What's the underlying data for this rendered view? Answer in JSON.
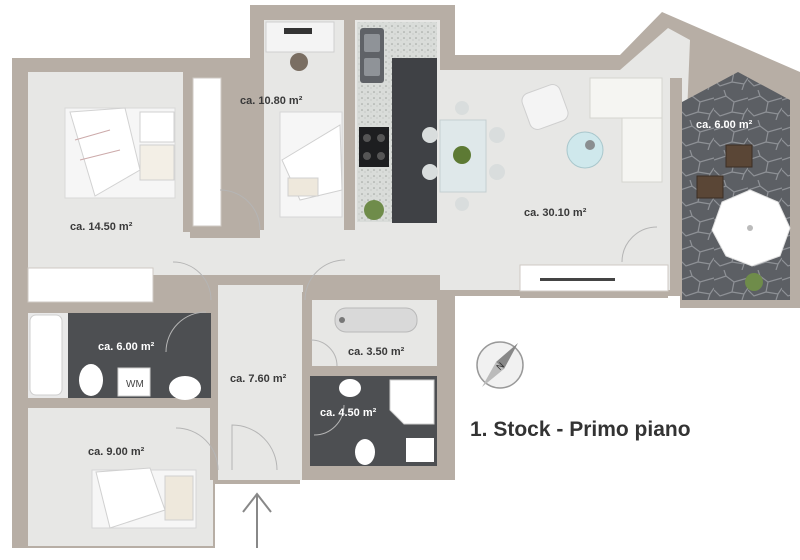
{
  "title": "1. Stock - Primo piano",
  "rooms": [
    {
      "id": "bedroom-large",
      "area": "ca. 14.50 m²"
    },
    {
      "id": "bedroom-small",
      "area": "ca. 10.80 m²"
    },
    {
      "id": "living-room",
      "area": "ca. 30.10 m²"
    },
    {
      "id": "terrace",
      "area": "ca. 6.00 m²"
    },
    {
      "id": "laundry-bath",
      "area": "ca. 6.00 m²"
    },
    {
      "id": "hallway",
      "area": "ca. 7.60 m²"
    },
    {
      "id": "bath-tub-room",
      "area": "ca. 3.50 m²"
    },
    {
      "id": "shower-room",
      "area": "ca. 4.50 m²"
    },
    {
      "id": "bedroom-bottom",
      "area": "ca. 9.00 m²"
    }
  ],
  "appliance_label": "WM",
  "icons": [
    "compass-icon",
    "entrance-arrow-icon"
  ],
  "colors": {
    "wall": "#b5aca3",
    "floor": "#e7e7e5",
    "tile_dark": "#4d4f52",
    "terrace_stone": "#5e6166",
    "kitchen_counter": "#3f4145"
  }
}
